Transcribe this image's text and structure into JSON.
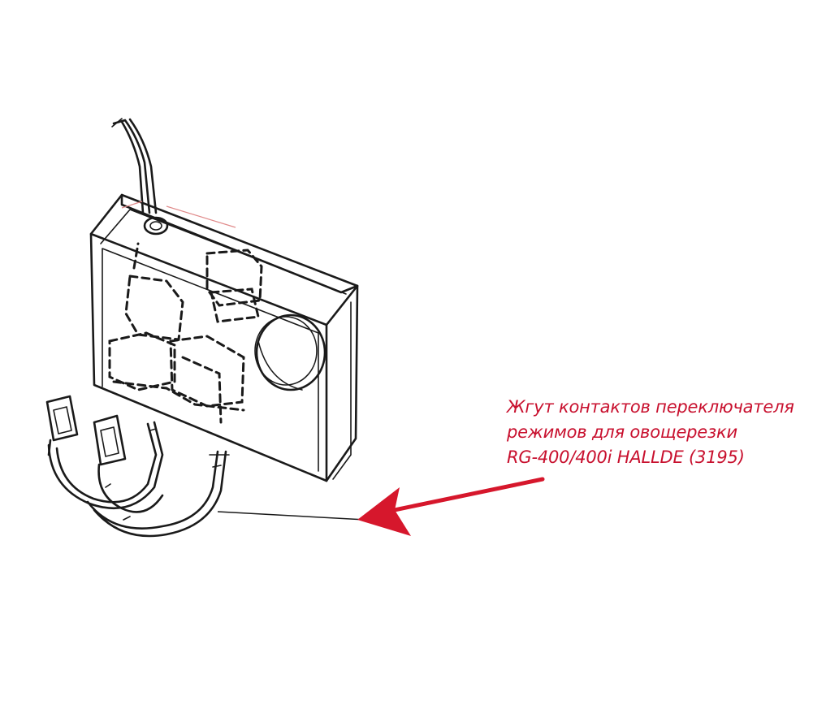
{
  "caption": {
    "lines": [
      "Жгут контактов переключателя",
      "режимов для овощерезки",
      "RG-400/400i HALLDE (3195)"
    ],
    "color": "#c8102e"
  },
  "arrow": {
    "color": "#d6172c",
    "leader_color": "#1a1a1a"
  },
  "icons": {
    "arrow": "red-arrow-icon",
    "part": "wiring-harness-icon"
  }
}
